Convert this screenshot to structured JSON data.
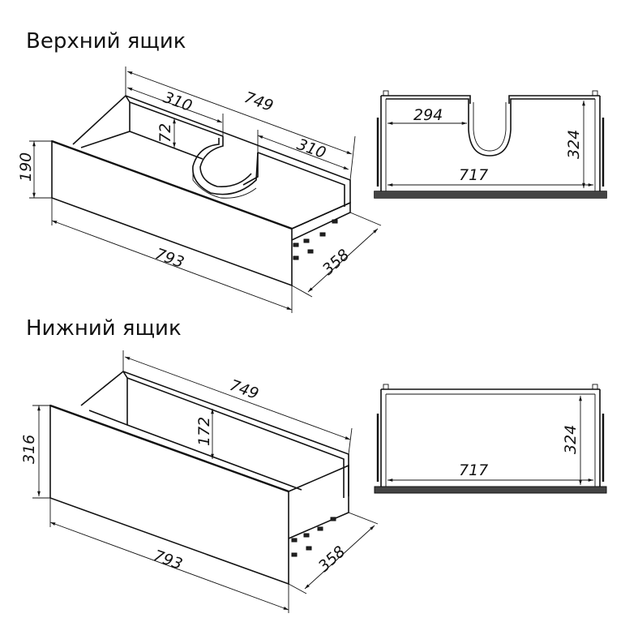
{
  "titles": {
    "top": "Верхний ящик",
    "bottom": "Нижний ящик"
  },
  "top_drawer": {
    "iso": {
      "width_inner": "749",
      "left_segment": "310",
      "right_segment": "310",
      "cutout_depth": "72",
      "front_height": "190",
      "front_width": "793",
      "depth": "358"
    },
    "plan": {
      "cutout_offset": "294",
      "inner_width": "717",
      "inner_depth": "324"
    }
  },
  "bottom_drawer": {
    "iso": {
      "width_inner": "749",
      "inner_height": "172",
      "front_height": "316",
      "front_width": "793",
      "depth": "358"
    },
    "plan": {
      "inner_width": "717",
      "inner_depth": "324"
    }
  }
}
